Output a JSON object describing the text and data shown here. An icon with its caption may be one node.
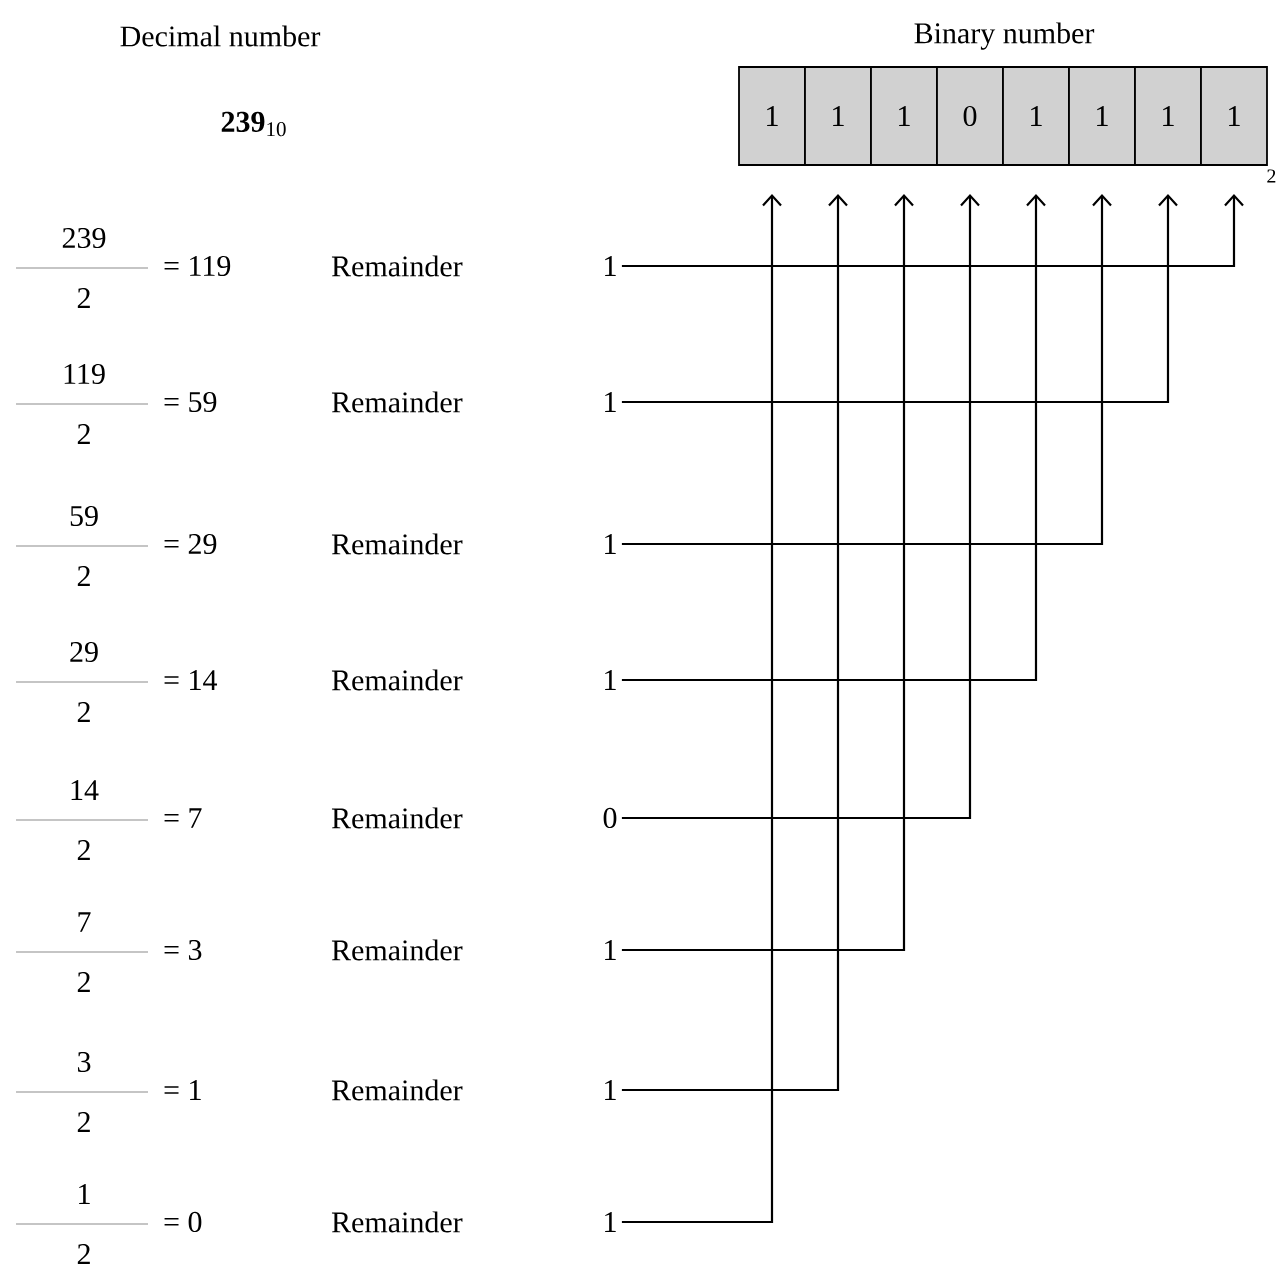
{
  "diagram": {
    "nodes": [
      {
        "text": [
          "1"
        ]
      },
      {
        "text": [
          "1"
        ]
      },
      {
        "text": [
          "1"
        ]
      },
      {
        "text": [
          "0"
        ]
      },
      {
        "text": [
          "1"
        ]
      },
      {
        "text": [
          "1"
        ]
      },
      {
        "text": [
          "1"
        ]
      },
      {
        "text": [
          "1"
        ]
      },
      {
        "text": [
          "1"
        ]
      },
      {
        "text": [
          "1"
        ]
      },
      {
        "text": [
          "1"
        ]
      },
      {
        "text": [
          "1"
        ]
      },
      {
        "text": [
          "0"
        ]
      },
      {
        "text": [
          "1"
        ]
      },
      {
        "text": [
          "1"
        ]
      },
      {
        "text": [
          "1"
        ]
      }
    ],
    "edges": [
      {
        "from": 8,
        "to": 7,
        "arrow": "to"
      },
      {
        "from": 9,
        "to": 6,
        "arrow": "to"
      },
      {
        "from": 10,
        "to": 5,
        "arrow": "to"
      },
      {
        "from": 11,
        "to": 4,
        "arrow": "to"
      },
      {
        "from": 12,
        "to": 3,
        "arrow": "to"
      },
      {
        "from": 13,
        "to": 2,
        "arrow": "to"
      },
      {
        "from": 14,
        "to": 1,
        "arrow": "to"
      },
      {
        "from": 15,
        "to": 0,
        "arrow": "to"
      }
    ],
    "labels": [
      "Decimal number",
      "Binary number",
      "**239**$_{10}$",
      "2",
      "239",
      "2",
      "= 119",
      "Remainder",
      "119",
      "2",
      "= 59",
      "Remainder",
      "59",
      "2",
      "= 29",
      "Remainder",
      "29",
      "2",
      "= 14",
      "Remainder",
      "14",
      "2",
      "= 7",
      "Remainder",
      "7",
      "2",
      "= 3",
      "Remainder",
      "3",
      "2",
      "= 1",
      "Remainder",
      "1",
      "2",
      "= 0",
      "Remainder"
    ]
  }
}
